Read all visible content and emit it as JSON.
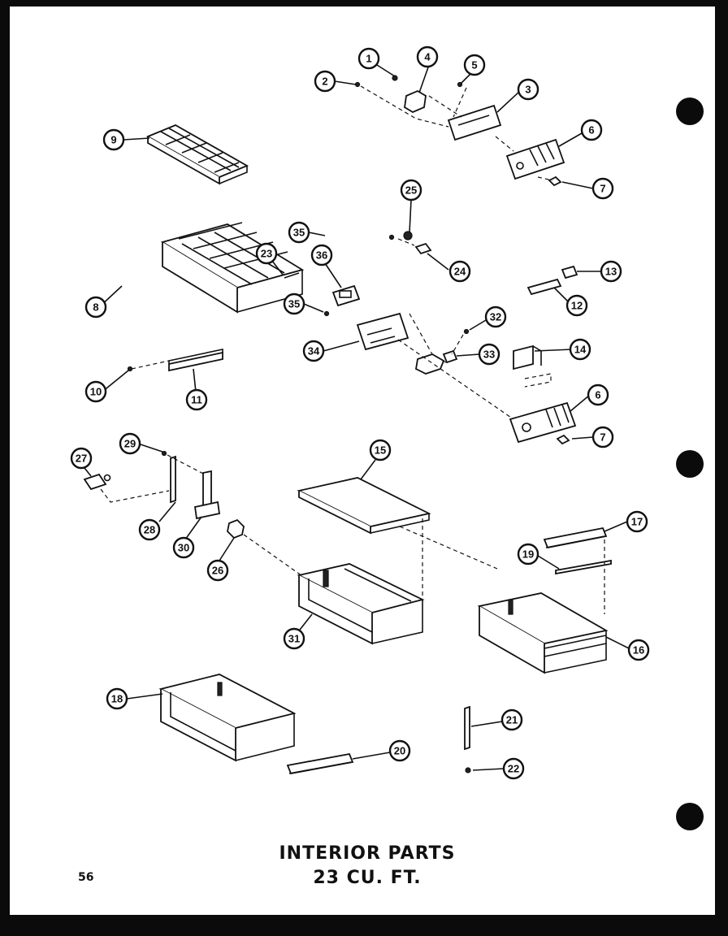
{
  "title_line_1": "INTERIOR PARTS",
  "title_line_2": "23 CU. FT.",
  "page_number": "56",
  "callouts": {
    "c1": "1",
    "c2": "2",
    "c3": "3",
    "c4": "4",
    "c5": "5",
    "c6a": "6",
    "c7a": "7",
    "c9": "9",
    "c25": "25",
    "c35a": "35",
    "c24": "24",
    "c23": "23",
    "c36": "36",
    "c13": "13",
    "c8": "8",
    "c12": "12",
    "c35b": "35",
    "c32": "32",
    "c34": "34",
    "c33": "33",
    "c14": "14",
    "c10": "10",
    "c11": "11",
    "c6b": "6",
    "c7b": "7",
    "c29": "29",
    "c15": "15",
    "c27": "27",
    "c17": "17",
    "c28": "28",
    "c19": "19",
    "c30": "30",
    "c26": "26",
    "c31": "31",
    "c16": "16",
    "c18": "18",
    "c21": "21",
    "c20": "20",
    "c22": "22"
  },
  "colors": {
    "ink": "#111111",
    "paper": "#ffffff",
    "border": "#0b0b0b"
  }
}
